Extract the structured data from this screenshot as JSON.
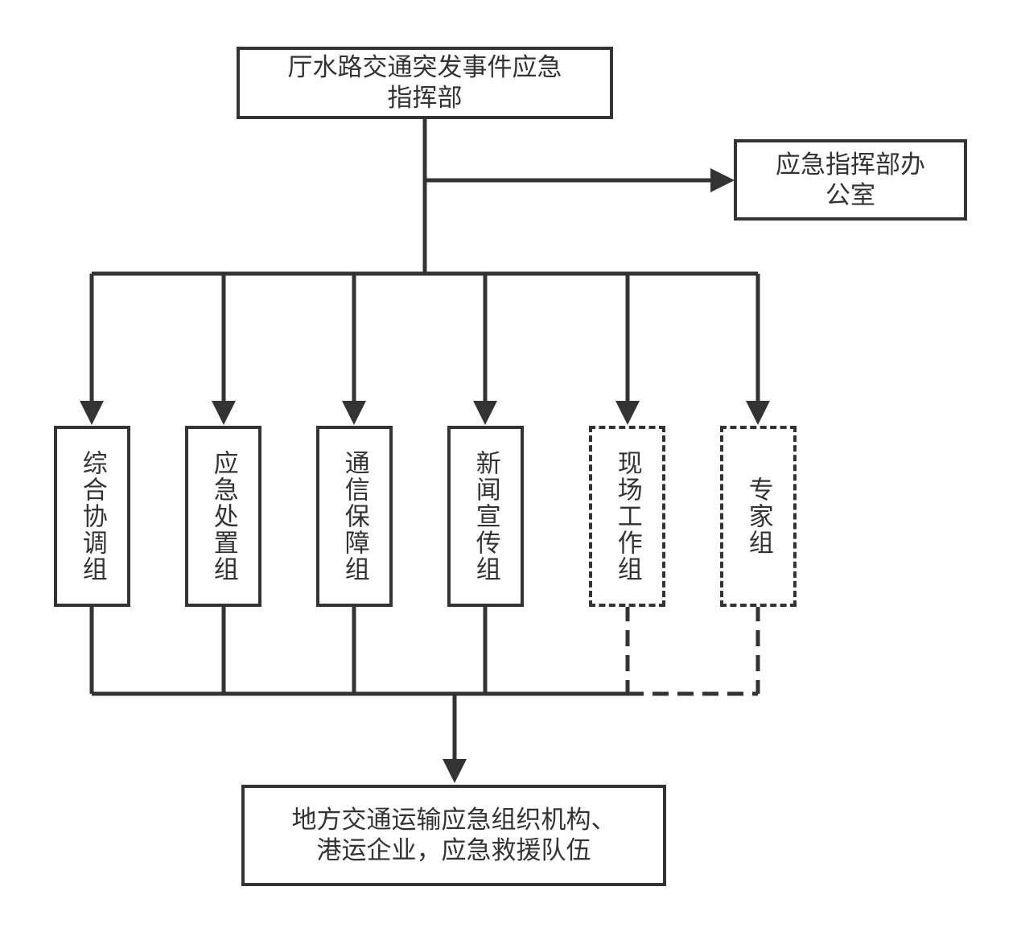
{
  "headquarters": {
    "label": "厅水路交通突发事件应急\n指挥部"
  },
  "office": {
    "label": "应急指挥部办\n公室"
  },
  "groups": [
    {
      "label": "综合协调组",
      "style": "solid"
    },
    {
      "label": "应急处置组",
      "style": "solid"
    },
    {
      "label": "通信保障组",
      "style": "solid"
    },
    {
      "label": "新闻宣传组",
      "style": "solid"
    },
    {
      "label": "现场工作组",
      "style": "dashed"
    },
    {
      "label": "专家组",
      "style": "dashed"
    }
  ],
  "local": {
    "label": "地方交通运输应急组织机构、\n港运企业，应急救援队伍"
  },
  "colors": {
    "line": "#333333",
    "background": "#ffffff"
  }
}
